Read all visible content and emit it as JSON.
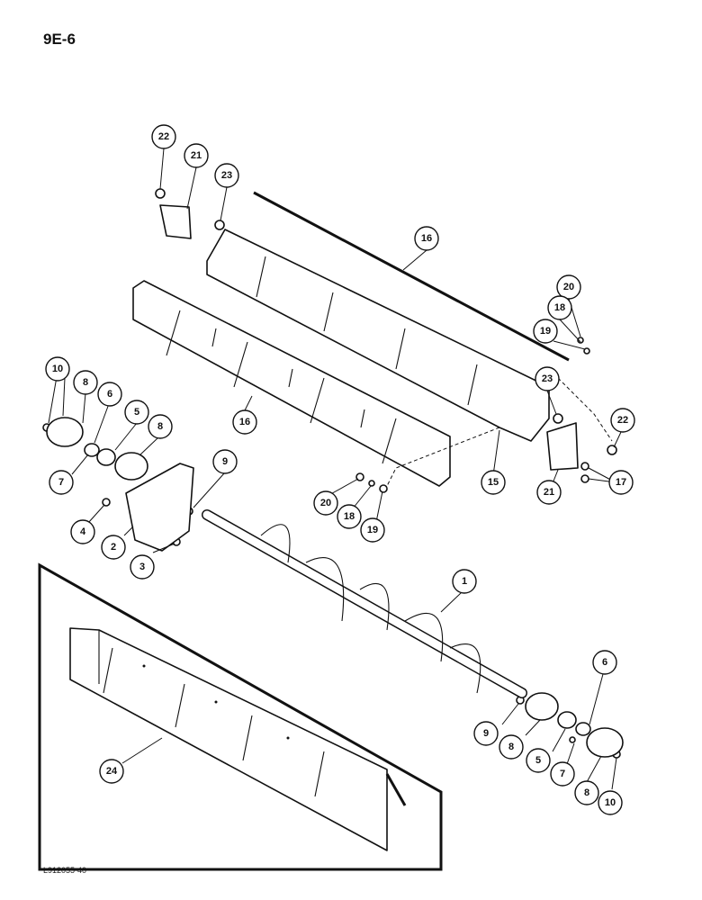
{
  "page_id": "9E-6",
  "figure_code": "L912055-40",
  "callouts": {
    "c1": "1",
    "c2": "2",
    "c3": "3",
    "c4": "4",
    "c5a": "5",
    "c5b": "5",
    "c6a": "6",
    "c6b": "6",
    "c7a": "7",
    "c7b": "7",
    "c8a": "8",
    "c8b": "8",
    "c8c": "8",
    "c8d": "8",
    "c9a": "9",
    "c9b": "9",
    "c10a": "10",
    "c10b": "10",
    "c15": "15",
    "c16a": "16",
    "c16b": "16",
    "c17": "17",
    "c18a": "18",
    "c18b": "18",
    "c19a": "19",
    "c19b": "19",
    "c20a": "20",
    "c20b": "20",
    "c21a": "21",
    "c21b": "21",
    "c22a": "22",
    "c22b": "22",
    "c23a": "23",
    "c23b": "23",
    "c24": "24"
  }
}
